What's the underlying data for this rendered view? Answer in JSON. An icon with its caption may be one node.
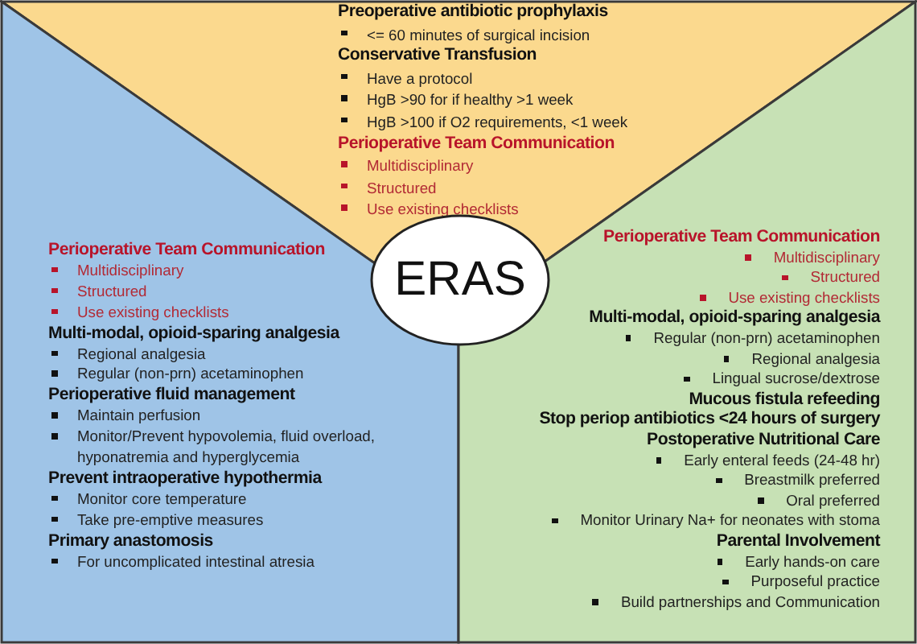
{
  "diagram": {
    "nodes": [
      {
        "text": [
          "Preoperative antibiotic prophylaxis",
          "<= 60 minutes of surgical incision",
          "Conservative Transfusion",
          "Have a protocol",
          "HgB >90 for if healthy >1 week",
          "HgB >100 if O2 requirements, <1 week",
          "Perioperative Team Communication",
          "Multidisciplinary",
          "Structured",
          "Use existing checklists"
        ]
      },
      {
        "text": [
          "Perioperative Team Communication",
          "Multidisciplinary",
          "Structured",
          "Use existing checklists",
          "Multi-modal, opioid-sparing analgesia",
          "Regional analgesia",
          "Regular (non-prn) acetaminophen",
          "Perioperative fluid management",
          "Maintain perfusion",
          "Monitor/Prevent hypovolemia, fluid overload, hyponatremia and hyperglycemia",
          "Prevent intraoperative hypothermia",
          "Monitor core temperature",
          "Take pre-emptive measures",
          "Primary anastomosis",
          "For uncomplicated intestinal atresia"
        ]
      },
      {
        "text": [
          "ERAS"
        ]
      },
      {
        "text": [
          "Perioperative Team Communication",
          "Multidisciplinary",
          "Structured",
          "Use existing checklists",
          "Multi-modal, opioid-sparing analgesia",
          "Regular (non-prn) acetaminophen",
          "Regional analgesia",
          "Lingual sucrose/dextrose",
          "Mucous fistula refeeding",
          "Stop periop antibiotics <24 hours of surgery",
          "Postoperative Nutritional Care",
          "Early enteral feeds (24-48 hr)",
          "Breastmilk preferred",
          "Oral preferred",
          "Monitor Urinary Na+ for neonates with stoma",
          "Parental Involvement",
          "Early hands-on care",
          "Purposeful practice",
          "Build partnerships and Communication"
        ]
      }
    ]
  }
}
